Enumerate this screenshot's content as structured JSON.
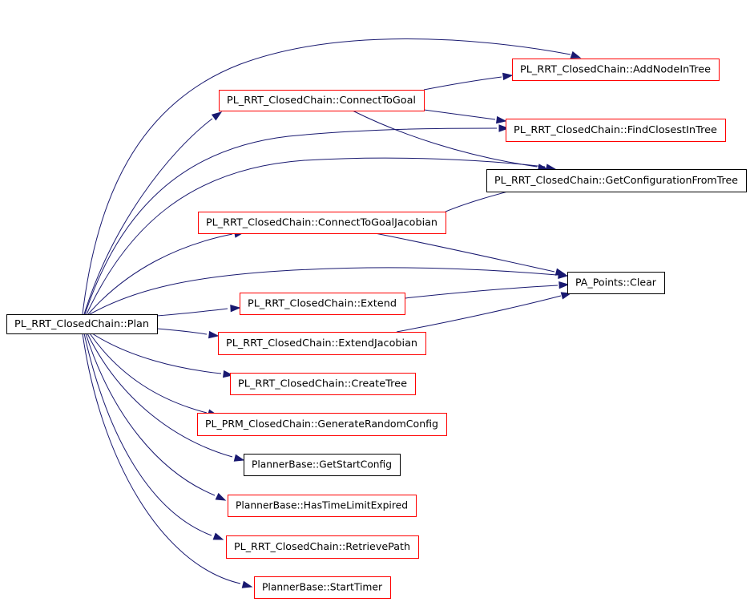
{
  "colors": {
    "edge": "#191970",
    "red_border": "#ff0000",
    "black_border": "#000000",
    "root_fill": "#000000",
    "root_text": "#ffffff"
  },
  "nodes": [
    {
      "id": "plan",
      "label": "PL_RRT_ClosedChain::Plan",
      "style": "root"
    },
    {
      "id": "addnode",
      "label": "PL_RRT_ClosedChain::AddNodeInTree",
      "style": "red"
    },
    {
      "id": "connectgoal",
      "label": "PL_RRT_ClosedChain::ConnectToGoal",
      "style": "red"
    },
    {
      "id": "findclosest",
      "label": "PL_RRT_ClosedChain::FindClosestInTree",
      "style": "red"
    },
    {
      "id": "getconfig",
      "label": "PL_RRT_ClosedChain::GetConfigurationFromTree",
      "style": "black"
    },
    {
      "id": "connectjac",
      "label": "PL_RRT_ClosedChain::ConnectToGoalJacobian",
      "style": "red"
    },
    {
      "id": "clear",
      "label": "PA_Points::Clear",
      "style": "black"
    },
    {
      "id": "extend",
      "label": "PL_RRT_ClosedChain::Extend",
      "style": "red"
    },
    {
      "id": "extendjac",
      "label": "PL_RRT_ClosedChain::ExtendJacobian",
      "style": "red"
    },
    {
      "id": "createtree",
      "label": "PL_RRT_ClosedChain::CreateTree",
      "style": "red"
    },
    {
      "id": "genrandom",
      "label": "PL_PRM_ClosedChain::GenerateRandomConfig",
      "style": "red"
    },
    {
      "id": "getstart",
      "label": "PlannerBase::GetStartConfig",
      "style": "black"
    },
    {
      "id": "hastime",
      "label": "PlannerBase::HasTimeLimitExpired",
      "style": "red"
    },
    {
      "id": "retrieve",
      "label": "PL_RRT_ClosedChain::RetrievePath",
      "style": "red"
    },
    {
      "id": "starttimer",
      "label": "PlannerBase::StartTimer",
      "style": "red"
    }
  ],
  "edges": [
    {
      "from": "plan",
      "to": "addnode"
    },
    {
      "from": "plan",
      "to": "connectgoal"
    },
    {
      "from": "plan",
      "to": "findclosest"
    },
    {
      "from": "plan",
      "to": "getconfig"
    },
    {
      "from": "plan",
      "to": "connectjac"
    },
    {
      "from": "plan",
      "to": "clear"
    },
    {
      "from": "plan",
      "to": "extend"
    },
    {
      "from": "plan",
      "to": "extendjac"
    },
    {
      "from": "plan",
      "to": "createtree"
    },
    {
      "from": "plan",
      "to": "genrandom"
    },
    {
      "from": "plan",
      "to": "getstart"
    },
    {
      "from": "plan",
      "to": "hastime"
    },
    {
      "from": "plan",
      "to": "retrieve"
    },
    {
      "from": "plan",
      "to": "starttimer"
    },
    {
      "from": "connectgoal",
      "to": "addnode"
    },
    {
      "from": "connectgoal",
      "to": "findclosest"
    },
    {
      "from": "connectgoal",
      "to": "getconfig"
    },
    {
      "from": "connectjac",
      "to": "getconfig"
    },
    {
      "from": "connectjac",
      "to": "clear"
    },
    {
      "from": "extend",
      "to": "clear"
    },
    {
      "from": "extendjac",
      "to": "clear"
    }
  ]
}
